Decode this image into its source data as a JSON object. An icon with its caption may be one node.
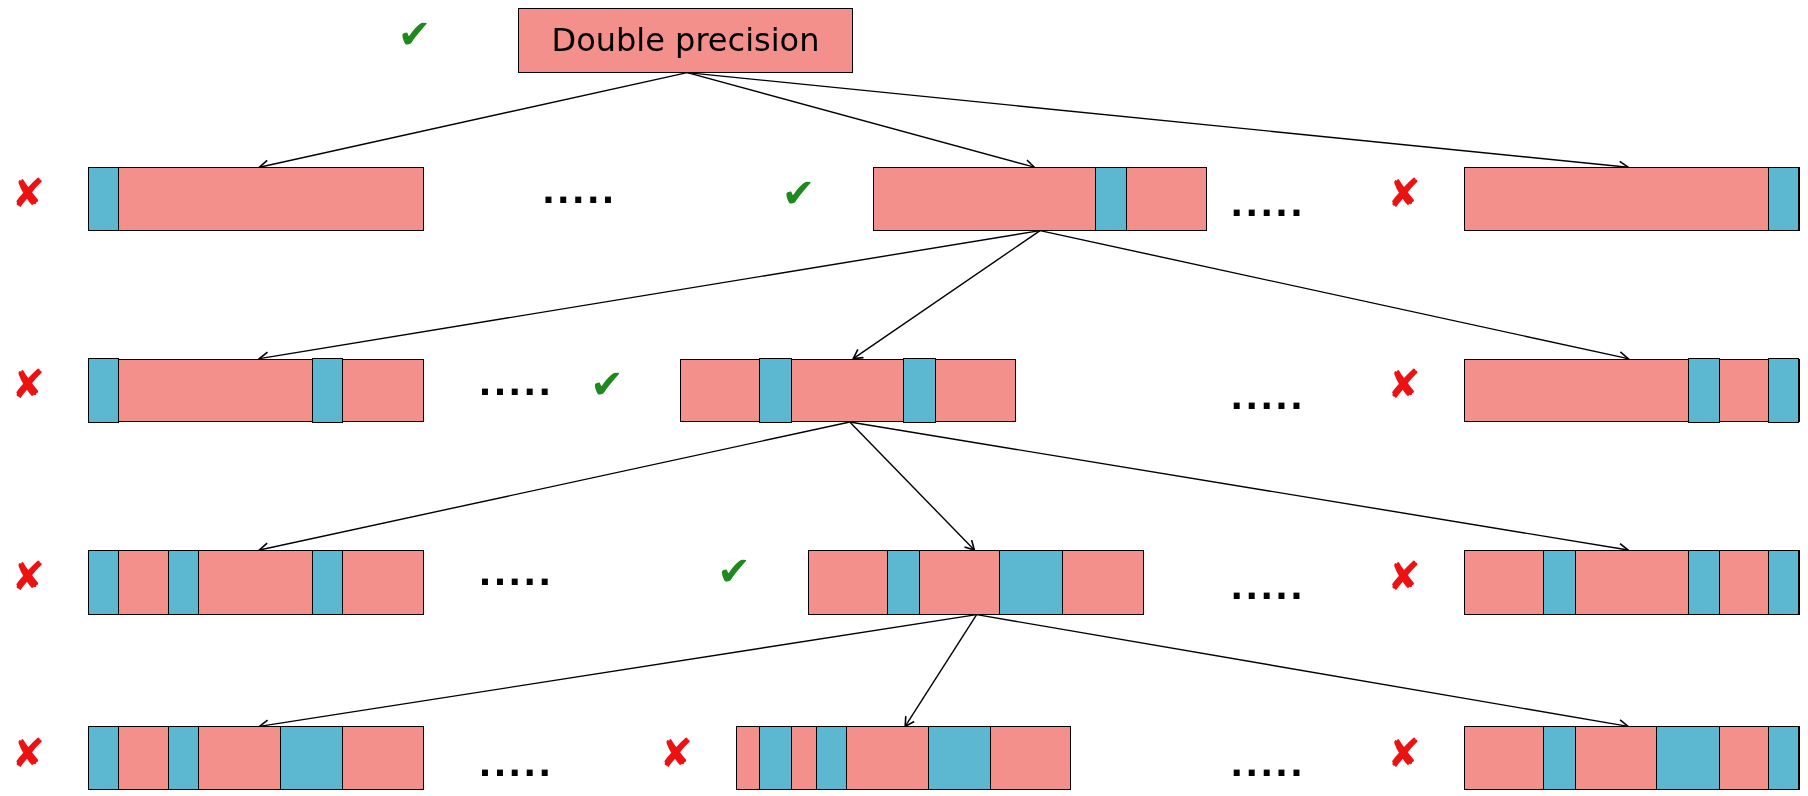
{
  "diagram": {
    "nodes": [
      {
        "text": [
          "Double precision"
        ],
        "beside": [
          "✔"
        ]
      },
      {
        "text": [],
        "shape": "bar",
        "beside": [
          "✘"
        ]
      },
      {
        "text": [],
        "shape": "bar",
        "beside": [
          "✔"
        ]
      },
      {
        "text": [],
        "shape": "bar",
        "beside": [
          "✘"
        ]
      },
      {
        "text": [],
        "shape": "bar",
        "beside": [
          "✘"
        ]
      },
      {
        "text": [],
        "shape": "bar",
        "beside": [
          "✔"
        ]
      },
      {
        "text": [],
        "shape": "bar",
        "beside": [
          "✘"
        ]
      },
      {
        "text": [],
        "shape": "bar",
        "beside": [
          "✘"
        ]
      },
      {
        "text": [],
        "shape": "bar",
        "beside": [
          "✔"
        ]
      },
      {
        "text": [],
        "shape": "bar",
        "beside": [
          "✘"
        ]
      },
      {
        "text": [],
        "shape": "bar",
        "beside": [
          "✘"
        ]
      },
      {
        "text": [],
        "shape": "bar",
        "beside": [
          "✘"
        ]
      },
      {
        "text": [],
        "shape": "bar",
        "beside": [
          "✘"
        ]
      }
    ],
    "edges": [
      {
        "from": 0,
        "to": 1,
        "arrow": "to"
      },
      {
        "from": 0,
        "to": 2,
        "arrow": "to"
      },
      {
        "from": 0,
        "to": 3,
        "arrow": "to"
      },
      {
        "from": 2,
        "to": 4,
        "arrow": "to"
      },
      {
        "from": 2,
        "to": 5,
        "arrow": "to"
      },
      {
        "from": 2,
        "to": 6,
        "arrow": "to"
      },
      {
        "from": 5,
        "to": 7,
        "arrow": "to"
      },
      {
        "from": 5,
        "to": 8,
        "arrow": "to"
      },
      {
        "from": 5,
        "to": 9,
        "arrow": "to"
      },
      {
        "from": 8,
        "to": 10,
        "arrow": "to"
      },
      {
        "from": 8,
        "to": 11,
        "arrow": "to"
      },
      {
        "from": 8,
        "to": 12,
        "arrow": "to"
      }
    ],
    "labels": [
      ".....",
      ".....",
      ".....",
      ".....",
      ".....",
      ".....",
      ".....",
      "....."
    ]
  }
}
